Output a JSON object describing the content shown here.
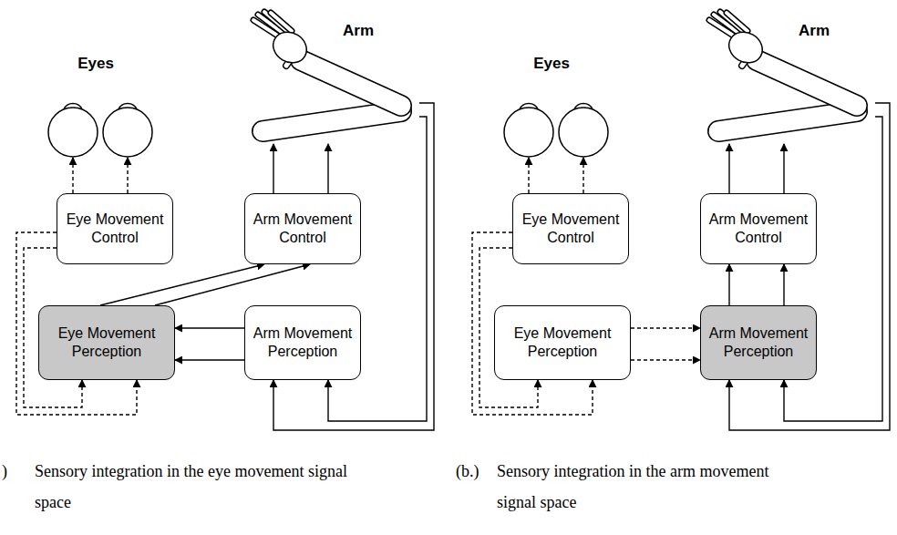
{
  "diagram": {
    "nodes": [
      {
        "text": [
          "Eyes"
        ]
      },
      {
        "text": [
          "Arm"
        ]
      },
      {
        "text": [
          "Eye Movement Control"
        ]
      },
      {
        "text": [
          "Arm Movement Control"
        ]
      },
      {
        "text": [
          "Eye Movement Perception"
        ]
      },
      {
        "text": [
          "Arm Movement Perception"
        ]
      },
      {
        "text": [
          "Eyes"
        ]
      },
      {
        "text": [
          "Arm"
        ]
      },
      {
        "text": [
          "Eye Movement Control"
        ]
      },
      {
        "text": [
          "Arm Movement Control"
        ]
      },
      {
        "text": [
          "Eye Movement Perception"
        ]
      },
      {
        "text": [
          "Arm Movement Perception"
        ]
      }
    ],
    "edges": [
      {
        "from": 2,
        "to": 0,
        "arrow": "to"
      },
      {
        "from": 2,
        "to": 0,
        "arrow": "to"
      },
      {
        "from": 3,
        "to": 1,
        "arrow": "to"
      },
      {
        "from": 3,
        "to": 1,
        "arrow": "to"
      },
      {
        "from": 2,
        "to": 4,
        "arrow": "to"
      },
      {
        "from": 2,
        "to": 4,
        "arrow": "to"
      },
      {
        "from": 4,
        "to": 3,
        "arrow": "to"
      },
      {
        "from": 4,
        "to": 3,
        "arrow": "to"
      },
      {
        "from": 5,
        "to": 4,
        "arrow": "to"
      },
      {
        "from": 5,
        "to": 4,
        "arrow": "to"
      },
      {
        "from": 1,
        "to": 5,
        "arrow": "to"
      },
      {
        "from": 1,
        "to": 5,
        "arrow": "to"
      },
      {
        "from": 8,
        "to": 6,
        "arrow": "to"
      },
      {
        "from": 8,
        "to": 6,
        "arrow": "to"
      },
      {
        "from": 9,
        "to": 7,
        "arrow": "to"
      },
      {
        "from": 9,
        "to": 7,
        "arrow": "to"
      },
      {
        "from": 8,
        "to": 10,
        "arrow": "to"
      },
      {
        "from": 8,
        "to": 10,
        "arrow": "to"
      },
      {
        "from": 10,
        "to": 11,
        "arrow": "to"
      },
      {
        "from": 10,
        "to": 11,
        "arrow": "to"
      },
      {
        "from": 11,
        "to": 9,
        "arrow": "to"
      },
      {
        "from": 11,
        "to": 9,
        "arrow": "to"
      },
      {
        "from": 7,
        "to": 11,
        "arrow": "to"
      },
      {
        "from": 7,
        "to": 11,
        "arrow": "to"
      }
    ],
    "labels": [
      ")",
      "Sensory integration in the eye movement signal space",
      "(b.)",
      "Sensory integration in the arm movement signal space"
    ]
  }
}
